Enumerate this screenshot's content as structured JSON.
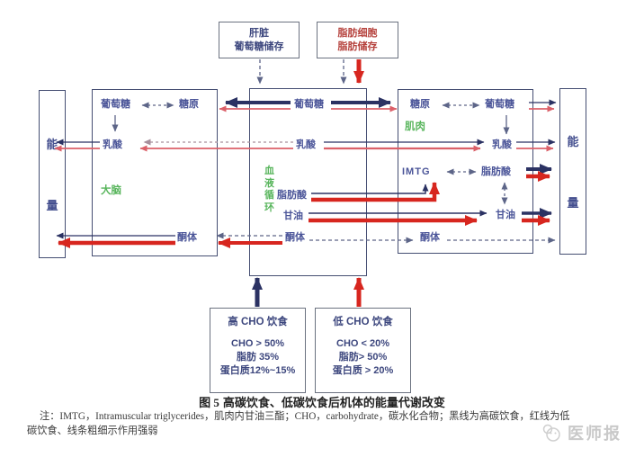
{
  "diagram": {
    "top_boxes": {
      "liver": {
        "line1": "肝脏",
        "line2": "葡萄糖储存"
      },
      "fat_cell": {
        "line1": "脂肪细胞",
        "line2": "脂肪储存"
      }
    },
    "energy_left": {
      "char1": "能",
      "char2": "量"
    },
    "energy_right": {
      "char1": "能",
      "char2": "量"
    },
    "brain": {
      "organ": "大脑",
      "glucose": "葡萄糖",
      "glycogen": "糖原",
      "lactate": "乳酸",
      "ketone": "酮体"
    },
    "blood": {
      "organ": "血液循环",
      "glucose": "葡萄糖",
      "lactate": "乳酸",
      "fatty_acid": "脂肪酸",
      "glycerol": "甘油",
      "ketone": "酮体"
    },
    "muscle": {
      "organ": "肌肉",
      "glycogen": "糖原",
      "glucose": "葡萄糖",
      "lactate": "乳酸",
      "imtg": "IMTG",
      "fatty_acid": "脂肪酸",
      "glycerol": "甘油",
      "ketone": "酮体"
    },
    "diet_boxes": {
      "high": {
        "title": "高 CHO 饮食",
        "lines": [
          "CHO > 50%",
          "脂肪 35%",
          "蛋白质12%~15%"
        ]
      },
      "low": {
        "title": "低 CHO 饮食",
        "lines": [
          "CHO < 20%",
          "脂肪> 50%",
          "蛋白质 > 20%"
        ]
      }
    }
  },
  "caption": {
    "fig_label": "图 5",
    "title": "高碳饮食、低碳饮食后机体的能量代谢改变"
  },
  "note": {
    "line1": "注：IMTG，Intramuscular triglycerides，肌肉内甘油三酯；CHO，carbohydrate，碳水化合物；黑线为高碳饮食，红线为低",
    "line2": "碳饮食、线条粗细示作用强弱"
  },
  "watermark": {
    "text": "医师报"
  },
  "colors": {
    "high_carb_line": "#2b3263",
    "low_carb_line": "#d7261f",
    "thin_red_line": "#db6069",
    "dashed_line": "#5d6588",
    "organ_label_green": "#58b55c",
    "node_label_navy": "#4a5498",
    "fat_box_text_red": "#b5413c"
  }
}
